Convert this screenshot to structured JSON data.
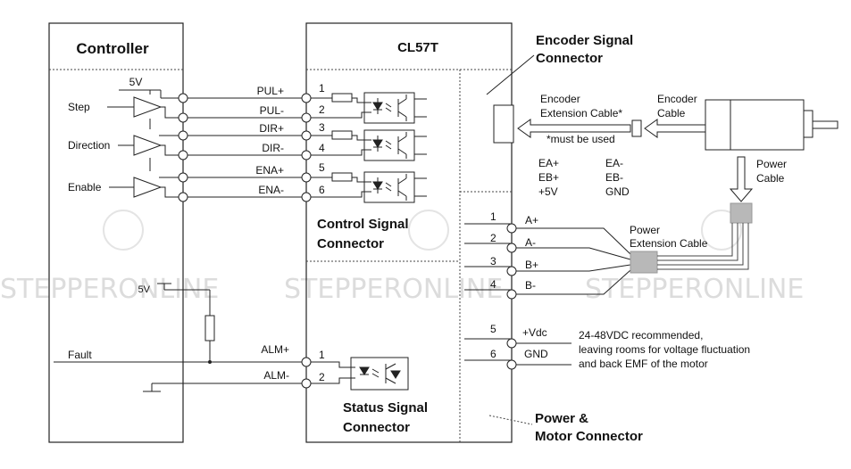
{
  "controller": {
    "title": "Controller",
    "supply_5v": "5V",
    "step": "Step",
    "direction": "Direction",
    "enable": "Enable",
    "pullup_5v": "5V",
    "fault": "Fault"
  },
  "driver": {
    "title": "CL57T",
    "control_connector": [
      "Control Signal",
      "Connector"
    ],
    "status_connector": [
      "Status Signal",
      "Connector"
    ]
  },
  "control_pins": [
    {
      "signal": "PUL+",
      "num": "1"
    },
    {
      "signal": "PUL-",
      "num": "2"
    },
    {
      "signal": "DIR+",
      "num": "3"
    },
    {
      "signal": "DIR-",
      "num": "4"
    },
    {
      "signal": "ENA+",
      "num": "5"
    },
    {
      "signal": "ENA-",
      "num": "6"
    }
  ],
  "status_pins": [
    {
      "signal": "ALM+",
      "num": "1"
    },
    {
      "signal": "ALM-",
      "num": "2"
    }
  ],
  "motor_pins": [
    {
      "num": "1",
      "signal": "A+"
    },
    {
      "num": "2",
      "signal": "A-"
    },
    {
      "num": "3",
      "signal": "B+"
    },
    {
      "num": "4",
      "signal": "B-"
    }
  ],
  "power_pins": [
    {
      "num": "5",
      "signal": "+Vdc"
    },
    {
      "num": "6",
      "signal": "GND"
    }
  ],
  "encoder": {
    "connector_title": [
      "Encoder Signal",
      "Connector"
    ],
    "extension_cable": [
      "Encoder",
      "Extension Cable*"
    ],
    "must_be_used": "*must be used",
    "cable": [
      "Encoder",
      "Cable"
    ],
    "signals_left": [
      "EA+",
      "EB+",
      "+5V"
    ],
    "signals_right": [
      "EA-",
      "EB-",
      "GND"
    ]
  },
  "power": {
    "cable": [
      "Power",
      "Cable"
    ],
    "extension_cable": [
      "Power",
      "Extension Cable"
    ],
    "note": [
      "24-48VDC recommended,",
      "leaving rooms for voltage fluctuation",
      "and back EMF of the motor"
    ],
    "motor_connector": [
      "Power &",
      "Motor Connector"
    ]
  },
  "watermark": "STEPPERONLINE"
}
